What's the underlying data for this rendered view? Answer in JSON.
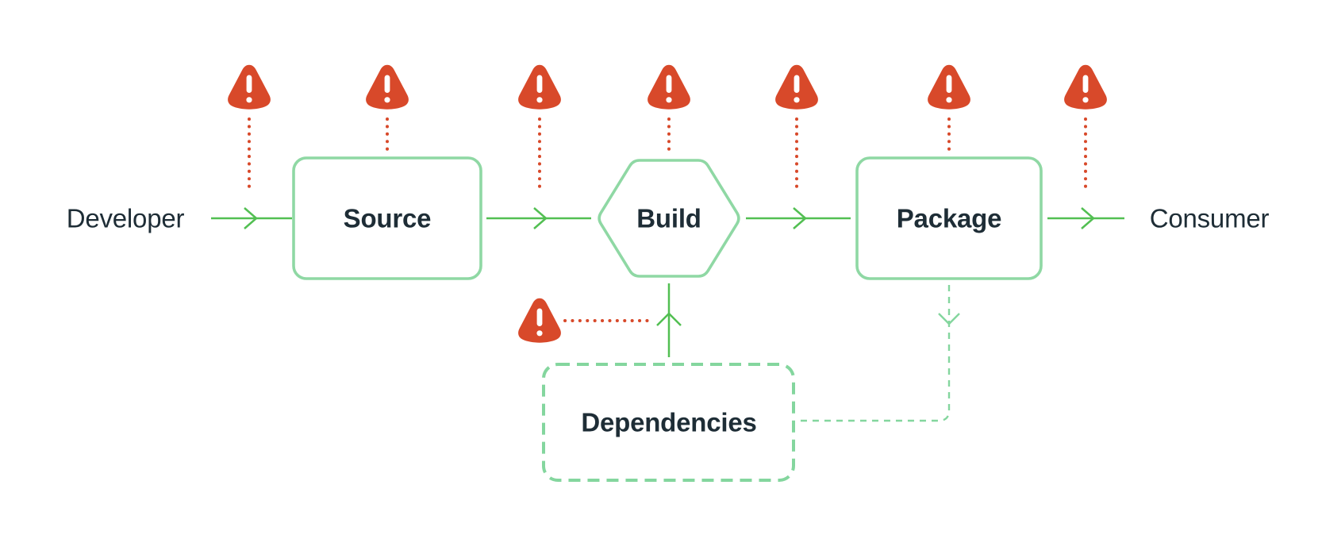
{
  "palette": {
    "background": "#ffffff",
    "text_dark": "#1e2d36",
    "arrow_green": "#52bf52",
    "node_green": "#8fd8a4",
    "dep_green": "#84d69e",
    "alert_red": "#d8492a"
  },
  "nodes": {
    "developer": {
      "label": "Developer",
      "shape": "text"
    },
    "source": {
      "label": "Source",
      "shape": "rounded-rectangle"
    },
    "build": {
      "label": "Build",
      "shape": "hexagon"
    },
    "package": {
      "label": "Package",
      "shape": "rounded-rectangle"
    },
    "consumer": {
      "label": "Consumer",
      "shape": "text"
    },
    "dependencies": {
      "label": "Dependencies",
      "shape": "dashed-rounded-rectangle"
    }
  },
  "edges": [
    {
      "from": "developer",
      "to": "source",
      "style": "solid"
    },
    {
      "from": "source",
      "to": "build",
      "style": "solid"
    },
    {
      "from": "build",
      "to": "package",
      "style": "solid"
    },
    {
      "from": "package",
      "to": "consumer",
      "style": "solid"
    },
    {
      "from": "dependencies",
      "to": "build",
      "style": "solid"
    },
    {
      "from": "package",
      "to": "dependencies",
      "style": "dashed"
    }
  ],
  "threats": {
    "icon": "warning-triangle-icon",
    "count": 8,
    "targets": [
      "developer-source link",
      "source",
      "source-build link",
      "build",
      "build-package link",
      "package",
      "package-consumer link",
      "dependencies-build link"
    ]
  }
}
